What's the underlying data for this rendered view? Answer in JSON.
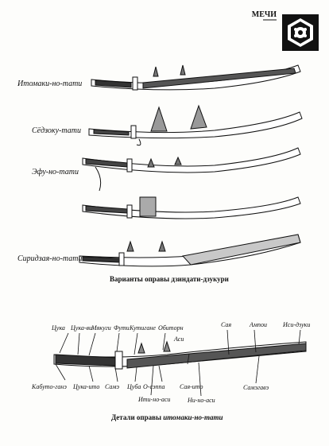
{
  "header": {
    "title": "МЕЧИ"
  },
  "variants": {
    "items": [
      {
        "label": "Итомаки-но-тати"
      },
      {
        "label": "Сёдзоку-тати"
      },
      {
        "label": "Эфу-но-тати"
      },
      {
        "label": ""
      },
      {
        "label": "Сиридзая-но-тати"
      }
    ],
    "caption": "Варианты оправы дзиндати-дзукури"
  },
  "details": {
    "labels_top": [
      "Цука",
      "Цука-ви",
      "Мякуги",
      "Фути",
      "Кутигане",
      "Обиторн",
      "Аси",
      "Сая",
      "Ампои",
      "Иси-дзуки"
    ],
    "labels_bottom": [
      "Кабуто-ганэ",
      "Цука-ито",
      "Самэ",
      "Цуба",
      "О-сэппа",
      "Сая-ито",
      "Ити-но-аси",
      "Ни-но-аси",
      "Самэгавэ"
    ],
    "caption_prefix": "Детали оправы ",
    "caption_em": "итомаки-но-тати"
  }
}
